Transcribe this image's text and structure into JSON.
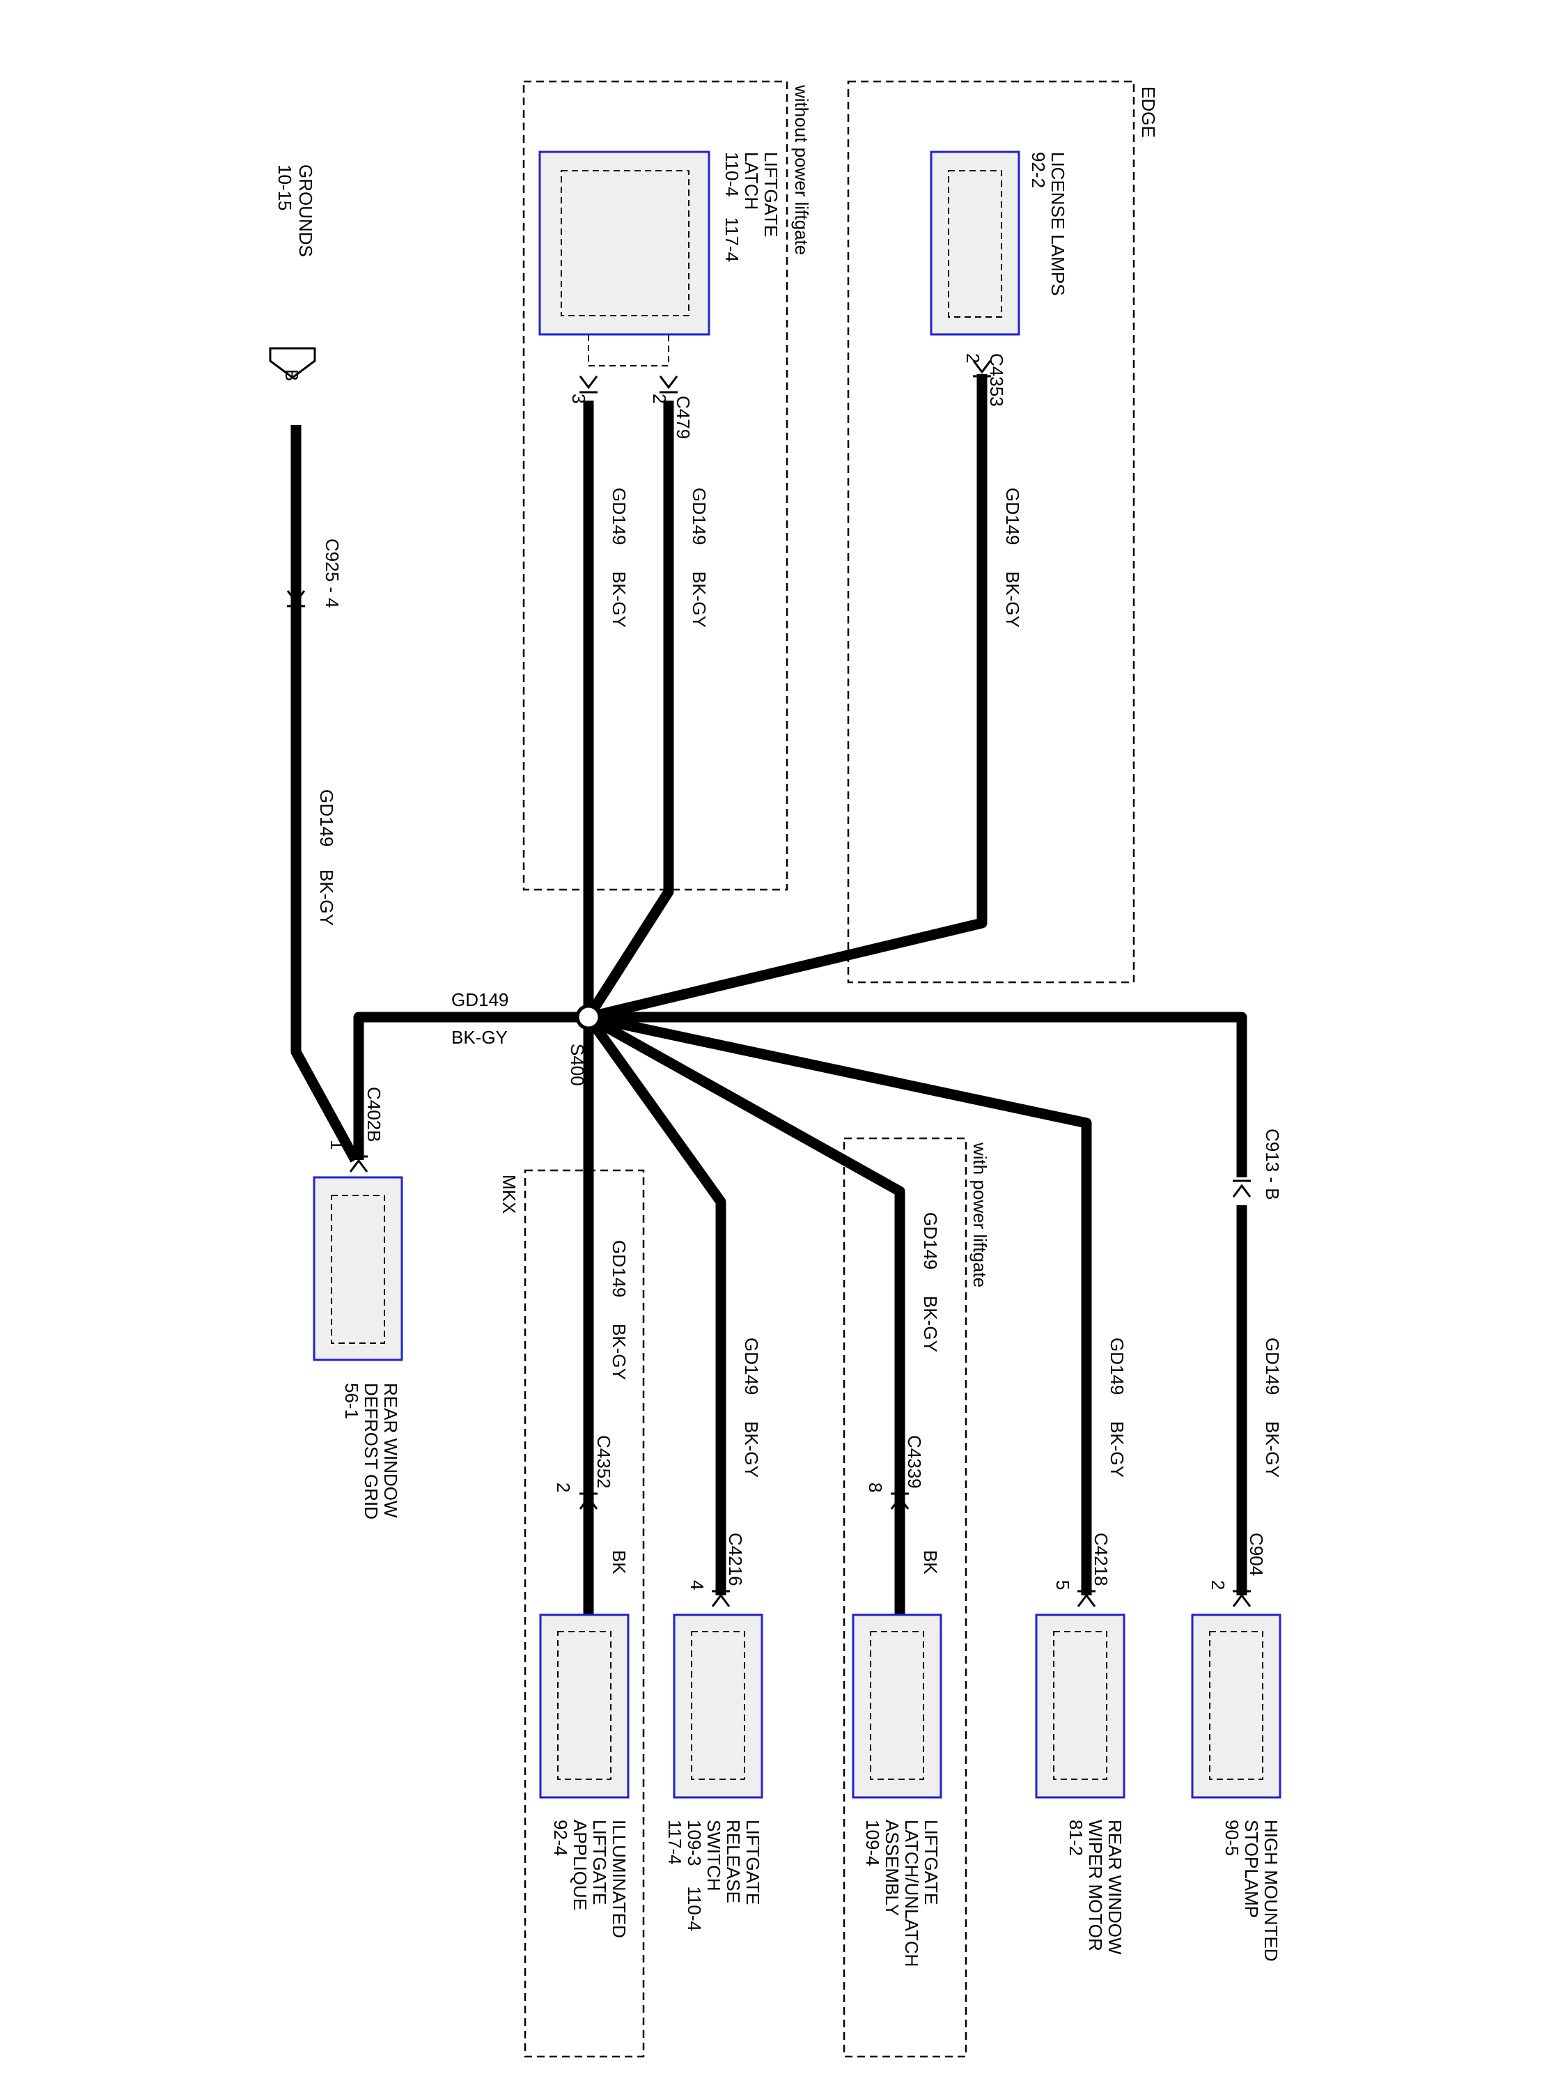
{
  "zones": {
    "without_power_liftgate": "without power liftgate",
    "edge": "EDGE",
    "mkx": "MKX",
    "with_power_liftgate": "with power liftgate"
  },
  "grounds": {
    "title": "GROUNDS",
    "page": "10-15",
    "flag": "B"
  },
  "splice": {
    "name": "S400",
    "circuit": "GD149",
    "color": "BK-GY"
  },
  "wires": {
    "c925": "C925 - 4",
    "ground_circuit": "GD149",
    "ground_color": "BK-GY",
    "latch_a_circuit": "GD149",
    "latch_a_color": "BK-GY",
    "latch_b_circuit": "GD149",
    "latch_b_color": "BK-GY",
    "license_circuit": "GD149",
    "license_color": "BK-GY",
    "mkx_circuit": "GD149",
    "mkx_color": "BK-GY",
    "release_circuit": "GD149",
    "release_color": "BK-GY",
    "power_circuit": "GD149",
    "power_color": "BK-GY",
    "wiper_circuit": "GD149",
    "wiper_color": "BK-GY",
    "stop_circuit": "GD149",
    "stop_color": "BK-GY",
    "c913": "C913 - B",
    "bk_mkx": "BK",
    "bk_power": "BK"
  },
  "connectors": {
    "c479": "C479",
    "c479_pin_a": "2",
    "c479_pin_b": "3",
    "c4353": "C4353",
    "c4353_pin": "2",
    "c402b": "C402B",
    "c402b_pin": "1",
    "c4352": "C4352",
    "c4352_pin": "2",
    "c4216": "C4216",
    "c4216_pin": "4",
    "c4339": "C4339",
    "c4339_pin": "8",
    "c4218": "C4218",
    "c4218_pin": "5",
    "c904": "C904",
    "c904_pin": "2"
  },
  "components": {
    "liftgate_latch": [
      "LIFTGATE",
      "LATCH",
      "110-4    117-4"
    ],
    "license_lamps": [
      "LICENSE LAMPS",
      "92-2"
    ],
    "rear_defrost": [
      "REAR WINDOW",
      "DEFROST GRID",
      "56-1"
    ],
    "illuminated_applique": [
      "ILLUMINATED",
      "LIFTGATE",
      "APPLIQUE",
      "92-4"
    ],
    "release_switch": [
      "LIFTGATE",
      "RELEASE",
      "SWITCH",
      "109-3    110-4",
      "117-4"
    ],
    "latch_assembly": [
      "LIFTGATE",
      "LATCH/UNLATCH",
      "ASSEMBLY",
      "109-4"
    ],
    "wiper_motor": [
      "REAR WINDOW",
      "WIPER MOTOR",
      "81-2"
    ],
    "stoplamp": [
      "HIGH MOUNTED",
      "STOPLAMP",
      "90-5"
    ]
  }
}
